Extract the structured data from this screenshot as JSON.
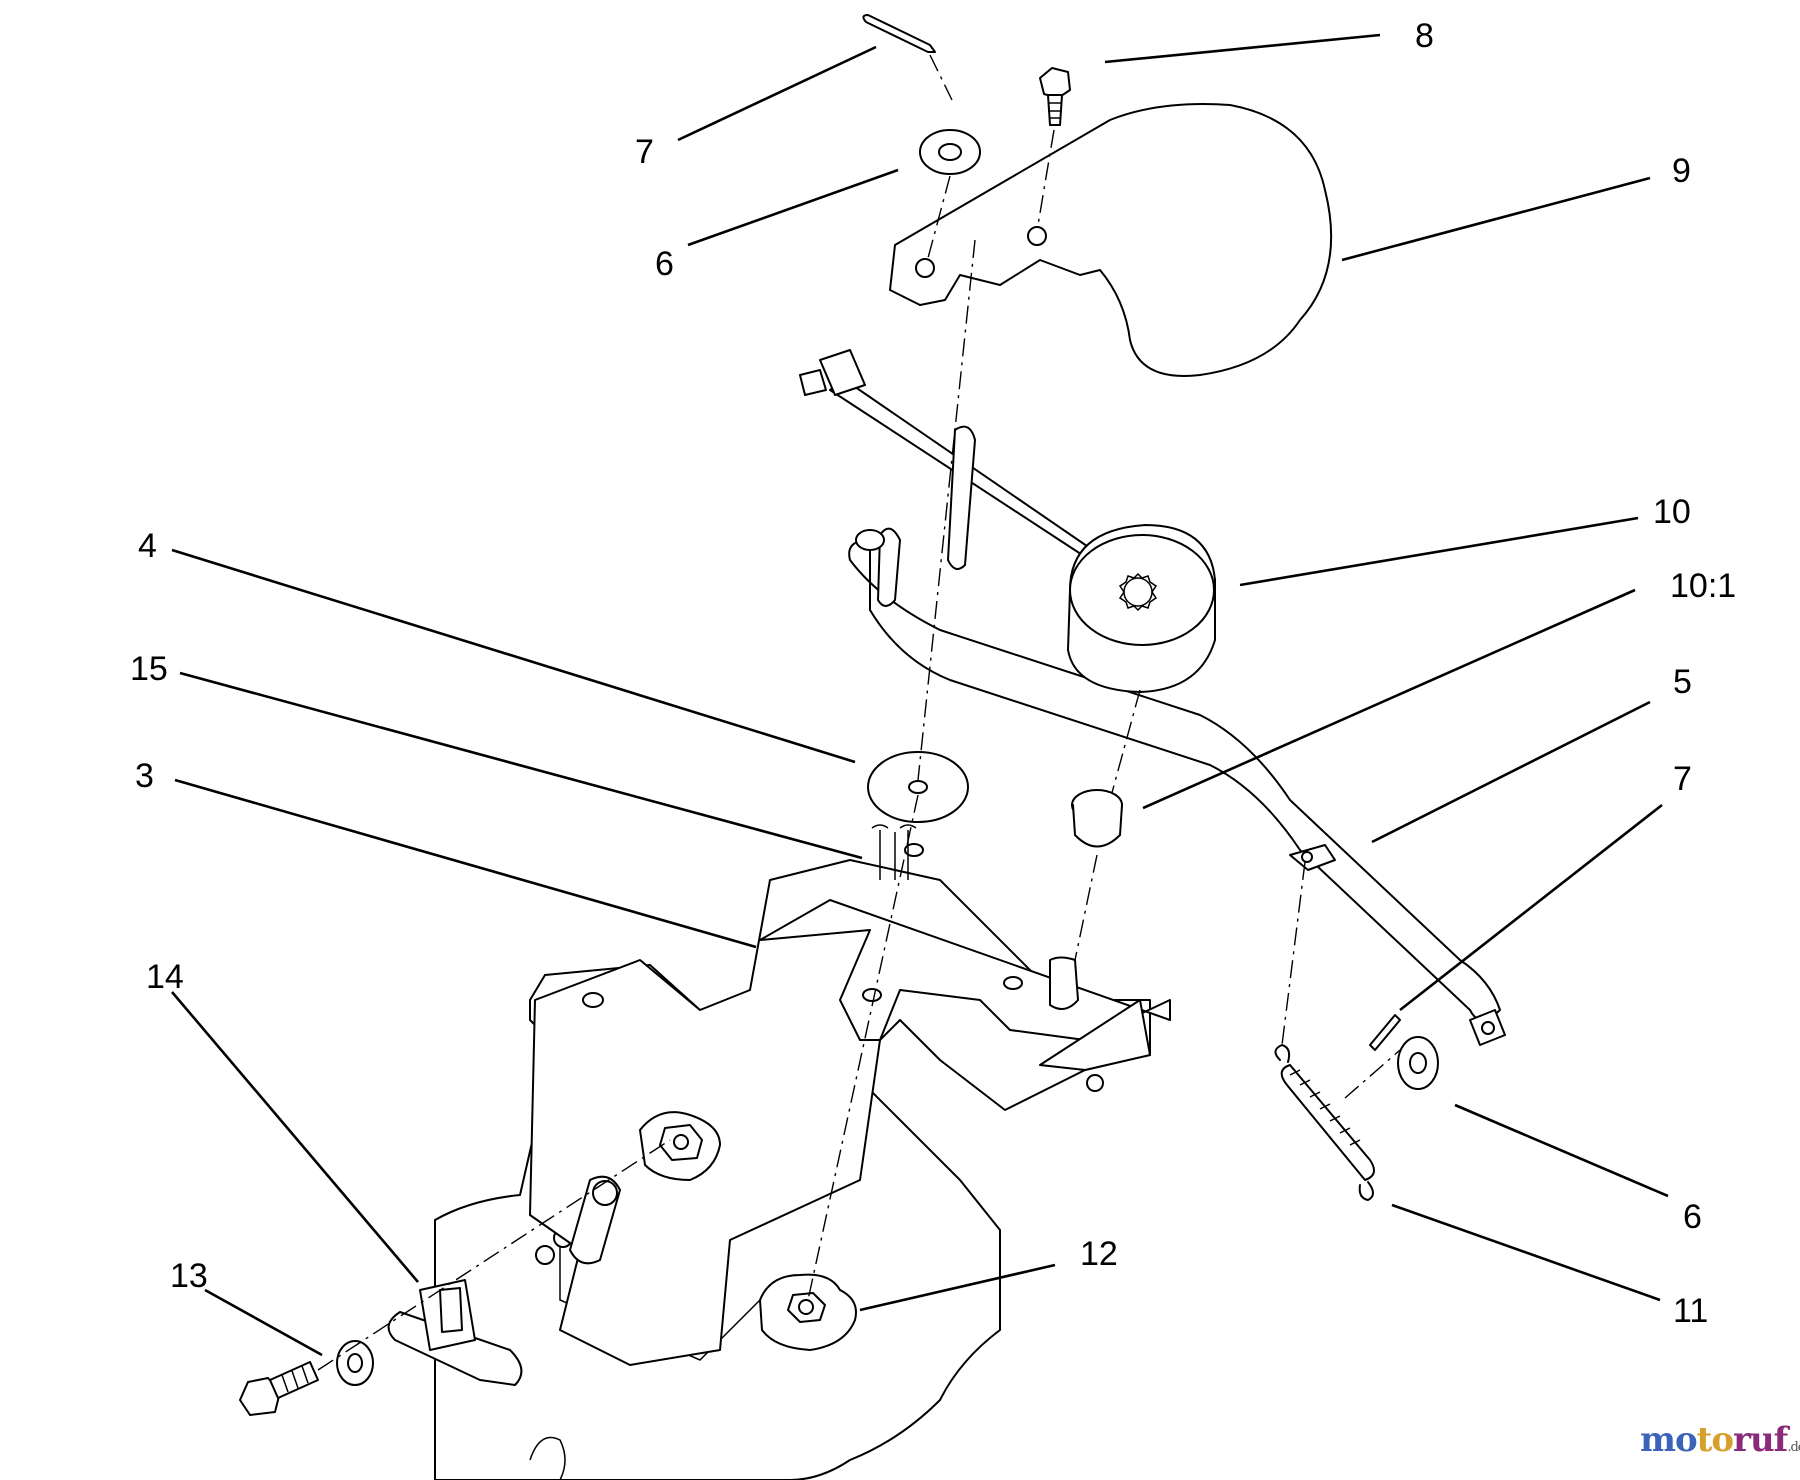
{
  "diagram": {
    "callouts": [
      {
        "id": "c8",
        "label": "8"
      },
      {
        "id": "c7a",
        "label": "7"
      },
      {
        "id": "c6a",
        "label": "6"
      },
      {
        "id": "c9",
        "label": "9"
      },
      {
        "id": "c10",
        "label": "10"
      },
      {
        "id": "c10_1",
        "label": "10:1"
      },
      {
        "id": "c4",
        "label": "4"
      },
      {
        "id": "c15",
        "label": "15"
      },
      {
        "id": "c5",
        "label": "5"
      },
      {
        "id": "c3",
        "label": "3"
      },
      {
        "id": "c7b",
        "label": "7"
      },
      {
        "id": "c14",
        "label": "14"
      },
      {
        "id": "c6b",
        "label": "6"
      },
      {
        "id": "c12",
        "label": "12"
      },
      {
        "id": "c13",
        "label": "13"
      },
      {
        "id": "c11",
        "label": "11"
      }
    ]
  },
  "watermark": {
    "part1": "mo",
    "part2": "to",
    "part3": "ruf",
    "suffix": ".de"
  }
}
